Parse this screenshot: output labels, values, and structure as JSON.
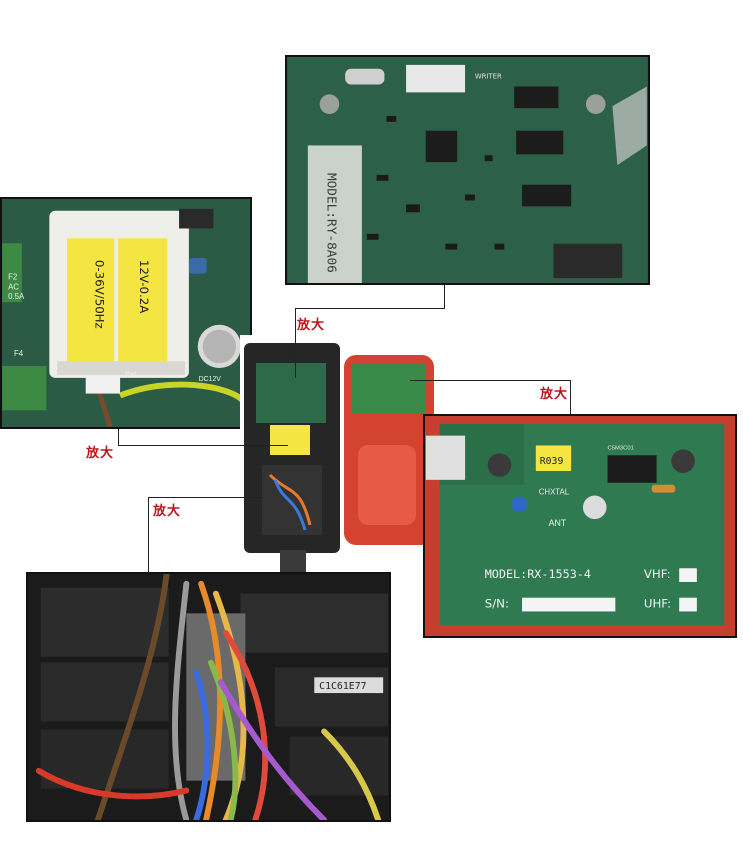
{
  "labels": {
    "zoom": "放大"
  },
  "transformer": {
    "main_text": "0-36V/50Hz",
    "side_text": "12V-0.2A",
    "fuse_f2": "F2",
    "fuse_ac": "AC",
    "fuse_rating": "0.5A",
    "fuse_f4": "F4",
    "dc_label": "DC12V",
    "power_label": "Pwr"
  },
  "main_board": {
    "model_text": "MODEL:RY-8A06",
    "writer_label": "WRITER"
  },
  "receiver": {
    "model_line": "MODEL:RX-1553-4",
    "sn_label": "S/N:",
    "vhf_label": "VHF:",
    "uhf_label": "UHF:",
    "ant_label": "ANT",
    "chip_label": "R039",
    "crystal_label": "CHXTAL",
    "c_label": "C5M3C01"
  },
  "relay": {
    "relay_text": "C1C61E77"
  },
  "colors": {
    "accent": "#c0141c",
    "pcb_green": "#2f6f4f",
    "housing_red": "#d23a2a"
  }
}
